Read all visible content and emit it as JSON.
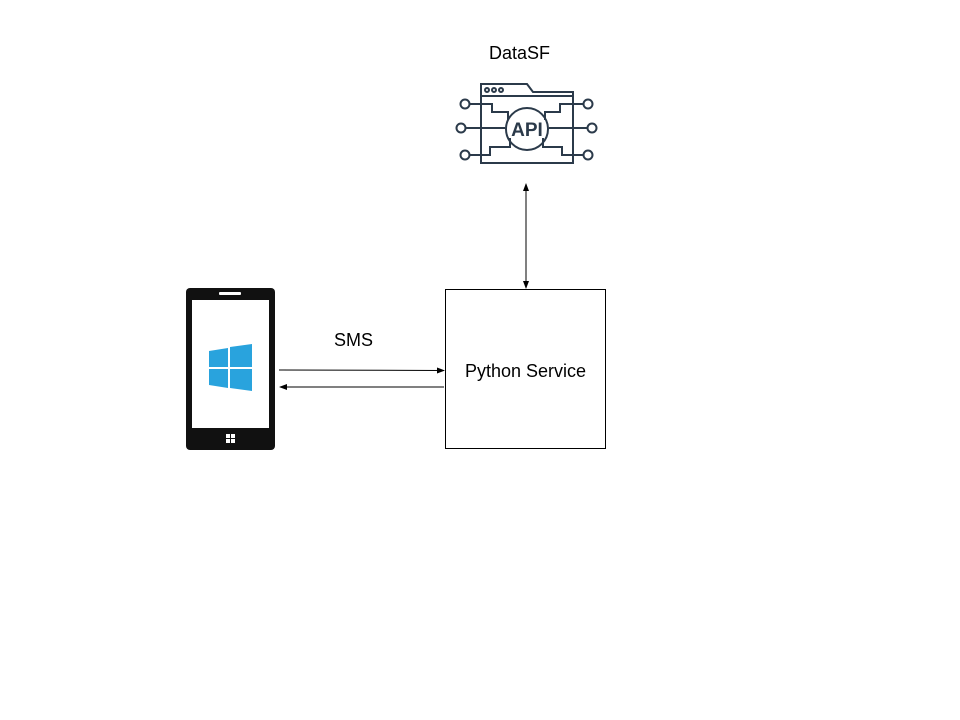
{
  "api_node": {
    "title": "DataSF",
    "icon": "api-icon",
    "icon_text": "API",
    "icon_color": "#2b3a4a"
  },
  "phone_node": {
    "icon": "windows-phone-icon",
    "logo_color": "#29a3dd",
    "body_color": "#111111"
  },
  "service_node": {
    "label": "Python Service"
  },
  "edges": {
    "sms_label": "SMS"
  }
}
